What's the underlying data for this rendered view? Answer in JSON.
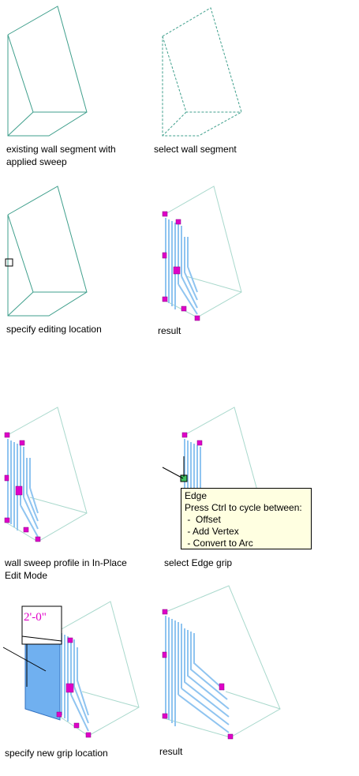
{
  "captions": {
    "c1_line1": "existing wall segment with",
    "c1_line2": "applied sweep",
    "c2": "select wall segment",
    "c3": "specify editing location",
    "c4": "result",
    "c5_line1": "wall sweep profile in In-Place",
    "c5_line2": "Edit Mode",
    "c6": "select Edge grip",
    "c7": "specify new grip location",
    "c8": "result"
  },
  "tooltip": {
    "title": "Edge",
    "subtitle": "Press Ctrl to cycle between:",
    "options": [
      " -  Offset",
      " - Add Vertex",
      " - Convert to Arc"
    ]
  },
  "dimension_label": "2'-0\"",
  "colors": {
    "wall_outline": "#3f9f8c",
    "wall_outline_faint": "#a8d8cc",
    "hatch": "#8fc4f0",
    "grip": "#e000c8",
    "highlight": "#70b0f0",
    "tooltip_bg": "#ffffe1"
  }
}
